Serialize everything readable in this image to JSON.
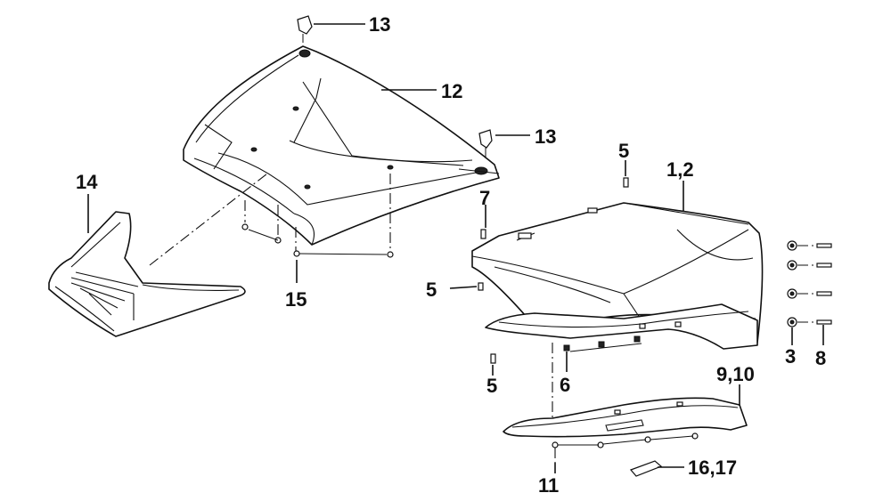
{
  "callouts": {
    "c13_top": "13",
    "c12": "12",
    "c13_right": "13",
    "c14": "14",
    "c15": "15",
    "c5_top": "5",
    "c1_2": "1,2",
    "c7": "7",
    "c5_left": "5",
    "c3": "3",
    "c8": "8",
    "c5_bottom": "5",
    "c6": "6",
    "c9_10": "9,10",
    "c11": "11",
    "c16_17": "16,17"
  },
  "colors": {
    "line": "#111111",
    "background": "#ffffff"
  }
}
